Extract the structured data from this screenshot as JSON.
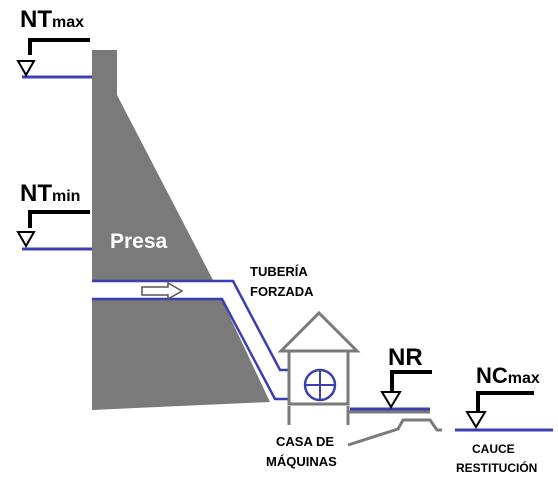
{
  "levels": {
    "ntmax": {
      "main": "NT",
      "sub": "max"
    },
    "ntmin": {
      "main": "NT",
      "sub": "min"
    },
    "nr": {
      "main": "NR"
    },
    "ncmax": {
      "main": "NC",
      "sub": "max"
    }
  },
  "labels": {
    "dam": "Presa",
    "penstock_line1": "TUBERÍA",
    "penstock_line2": "FORZADA",
    "powerhouse_line1": "CASA DE",
    "powerhouse_line2": "MÁQUINAS",
    "channel_line1": "CAUCE",
    "channel_line2": "RESTITUCIÓN"
  },
  "colors": {
    "dam": "#7a7a7a",
    "water": "#3b3fb0",
    "ink": "#000000",
    "dam_text": "#ffffff"
  }
}
